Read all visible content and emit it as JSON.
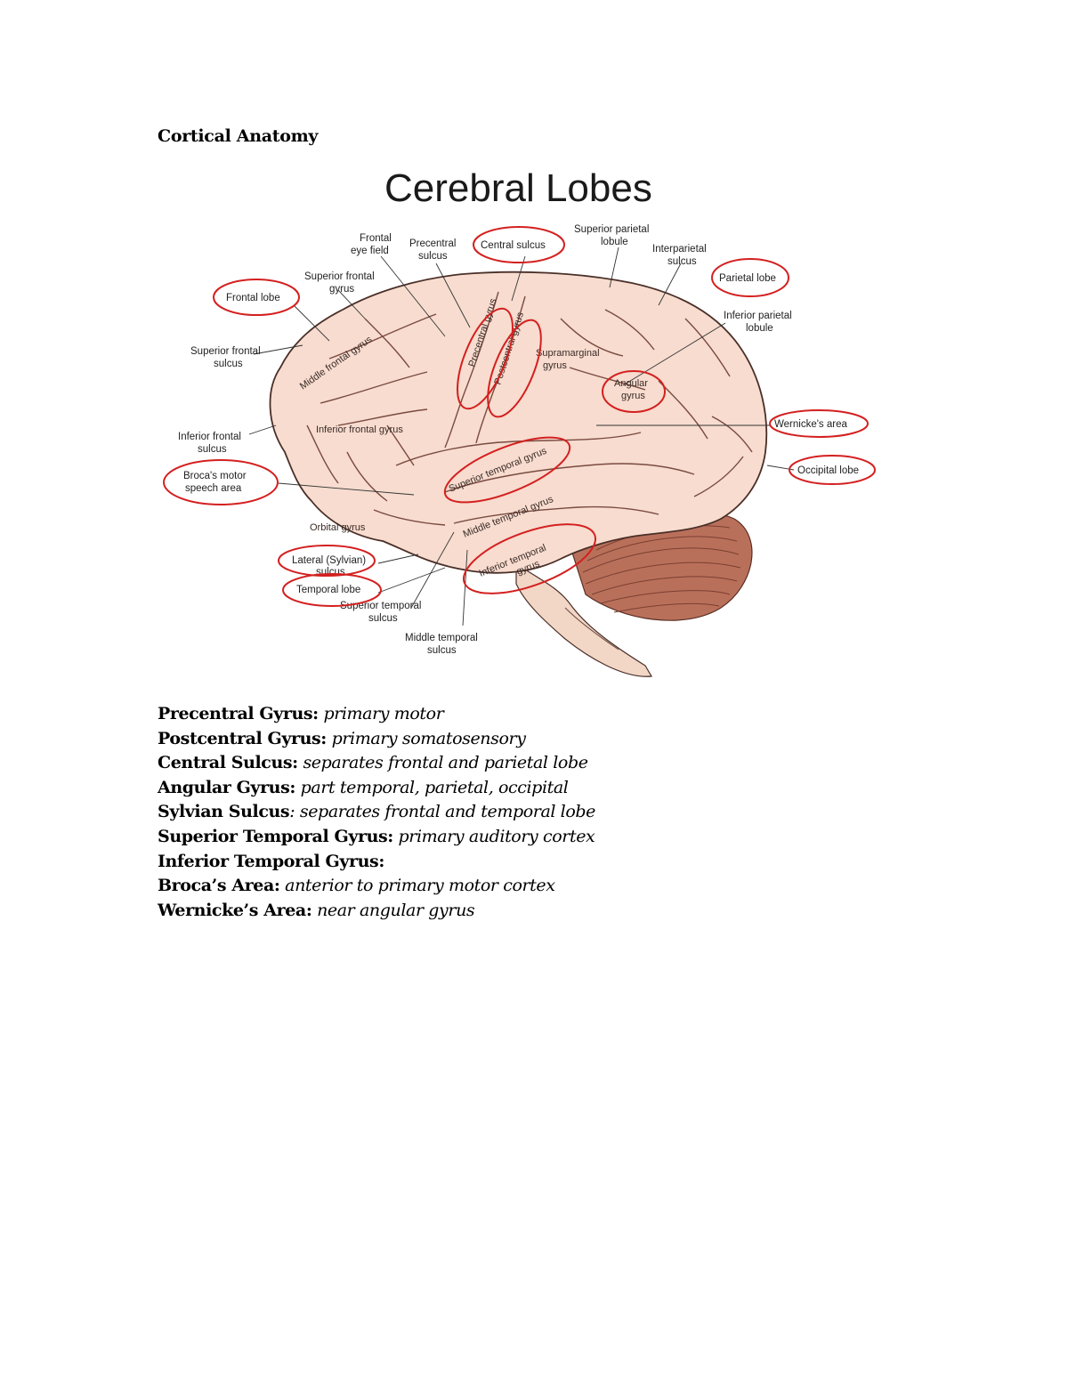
{
  "page": {
    "heading": "Cortical Anatomy"
  },
  "figure": {
    "title": "Cerebral Lobes",
    "labels": {
      "frontal_eye_field": [
        "Frontal",
        "eye field"
      ],
      "precentral_sulcus": [
        "Precentral",
        "sulcus"
      ],
      "central_sulcus": "Central sulcus",
      "superior_parietal_lobule": [
        "Superior parietal",
        "lobule"
      ],
      "interparietal_sulcus": [
        "Interparietal",
        "sulcus"
      ],
      "parietal_lobe": "Parietal lobe",
      "superior_frontal_gyrus": [
        "Superior frontal",
        "gyrus"
      ],
      "frontal_lobe": "Frontal lobe",
      "inferior_parietal_lobule": [
        "Inferior parietal",
        "lobule"
      ],
      "superior_frontal_sulcus": [
        "Superior frontal",
        "sulcus"
      ],
      "inferior_frontal_sulcus": [
        "Inferior frontal",
        "sulcus"
      ],
      "brocas_area": [
        "Broca's motor",
        "speech area"
      ],
      "wernickes_area": "Wernicke's area",
      "occipital_lobe": "Occipital lobe",
      "lateral_sulcus": [
        "Lateral (Sylvian)",
        "sulcus"
      ],
      "temporal_lobe": "Temporal lobe",
      "superior_temporal_sulcus": [
        "Superior temporal",
        "sulcus"
      ],
      "middle_temporal_sulcus": [
        "Middle temporal",
        "sulcus"
      ],
      "middle_frontal_gyrus": "Middle frontal gyrus",
      "precentral_gyrus": "Precentral gyrus",
      "postcentral_gyrus": "Postcentral gyrus",
      "supramarginal_gyrus": [
        "Supramarginal",
        "gyrus"
      ],
      "angular_gyrus": [
        "Angular",
        "gyrus"
      ],
      "inferior_frontal_gyrus": "Inferior frontal gyrus",
      "superior_temporal_gyrus": "Superior temporal gyrus",
      "middle_temporal_gyrus": "Middle temporal gyrus",
      "inferior_temporal_gyrus": [
        "Inferior temporal",
        "gyrus"
      ],
      "orbital_gyrus": "Orbital gyrus"
    },
    "colors": {
      "cortex_fill": "#f7dccf",
      "cortex_outline": "#4a2f28",
      "cerebellum_fill": "#b9705b",
      "brainstem_fill": "#f2d6c6",
      "circle_red": "#d42020"
    }
  },
  "definitions": [
    {
      "term": "Precentral Gyrus:",
      "desc": "primary motor"
    },
    {
      "term": "Postcentral Gyrus:",
      "desc": "primary somatosensory"
    },
    {
      "term": "Central Sulcus:",
      "desc": "separates frontal and parietal lobe"
    },
    {
      "term": "Angular Gyrus:",
      "desc": "part temporal, parietal, occipital"
    },
    {
      "term": "Sylvian Sulcus",
      "desc": ": separates frontal and temporal lobe"
    },
    {
      "term": "Superior Temporal Gyrus:",
      "desc": "primary auditory cortex"
    },
    {
      "term": "Inferior Temporal Gyrus:",
      "desc": ""
    },
    {
      "term": "Broca’s Area:",
      "desc": "anterior to primary motor cortex"
    },
    {
      "term": "Wernicke’s Area:",
      "desc": "near angular gyrus"
    }
  ]
}
